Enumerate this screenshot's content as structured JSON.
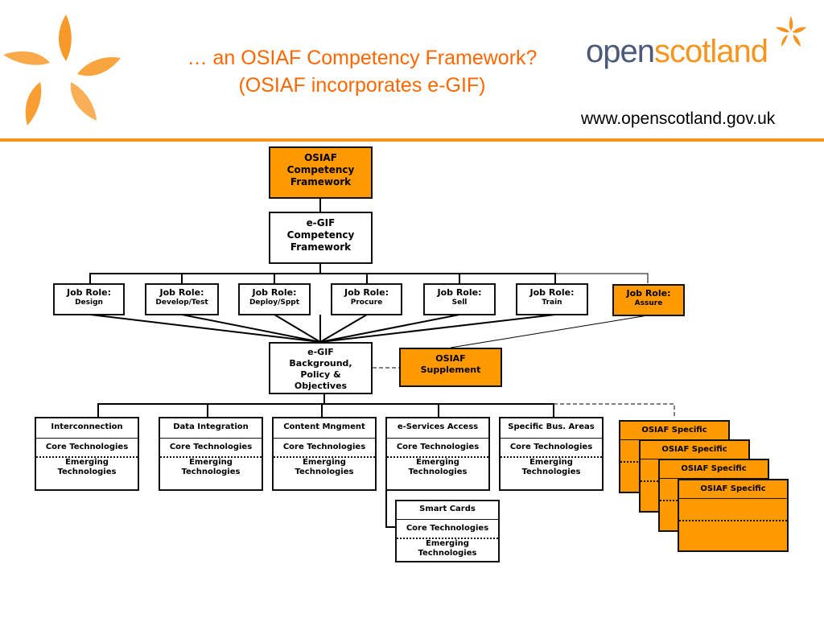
{
  "header": {
    "title_line1": "… an OSIAF Competency Framework?",
    "title_line2": "(OSIAF incorporates e-GIF)",
    "logo_text_open": "open",
    "logo_text_scotland": "scotland",
    "url": "www.openscotland.gov.uk"
  },
  "colors": {
    "accent": "#ff9900",
    "title": "#ff6600",
    "rule": "#f7941d",
    "logo_grey": "#4a5a78"
  },
  "top": {
    "osiaf": [
      "OSIAF",
      "Competency",
      "Framework"
    ],
    "egif": [
      "e-GIF",
      "Competency",
      "Framework"
    ]
  },
  "roles": [
    {
      "label": "Job Role:",
      "name": "Design"
    },
    {
      "label": "Job Role:",
      "name": "Develop/Test"
    },
    {
      "label": "Job Role:",
      "name": "Deploy/Sppt"
    },
    {
      "label": "Job Role:",
      "name": "Procure"
    },
    {
      "label": "Job Role:",
      "name": "Sell"
    },
    {
      "label": "Job Role:",
      "name": "Train"
    },
    {
      "label": "Job Role:",
      "name": "Assure"
    }
  ],
  "background": [
    "e-GIF",
    "Background,",
    "Policy &",
    "Objectives"
  ],
  "supplement": [
    "OSIAF",
    "Supplement"
  ],
  "categories": [
    {
      "title": "Interconnection",
      "core": "Core Technologies",
      "emerging": [
        "Emerging",
        "Technologies"
      ]
    },
    {
      "title": "Data Integration",
      "core": "Core Technologies",
      "emerging": [
        "Emerging",
        "Technologies"
      ]
    },
    {
      "title": "Content Mngment",
      "core": "Core Technologies",
      "emerging": [
        "Emerging",
        "Technologies"
      ]
    },
    {
      "title": "e-Services Access",
      "core": "Core Technologies",
      "emerging": [
        "Emerging",
        "Technologies"
      ]
    },
    {
      "title": "Specific Bus. Areas",
      "core": "Core Technologies",
      "emerging": [
        "Emerging",
        "Technologies"
      ]
    }
  ],
  "smart_cards": {
    "title": "Smart Cards",
    "core": "Core Technologies",
    "emerging": [
      "Emerging",
      "Technologies"
    ]
  },
  "osiaf_specific": [
    "OSIAF Specific",
    "OSIAF Specific",
    "OSIAF Specific",
    "OSIAF Specific"
  ]
}
